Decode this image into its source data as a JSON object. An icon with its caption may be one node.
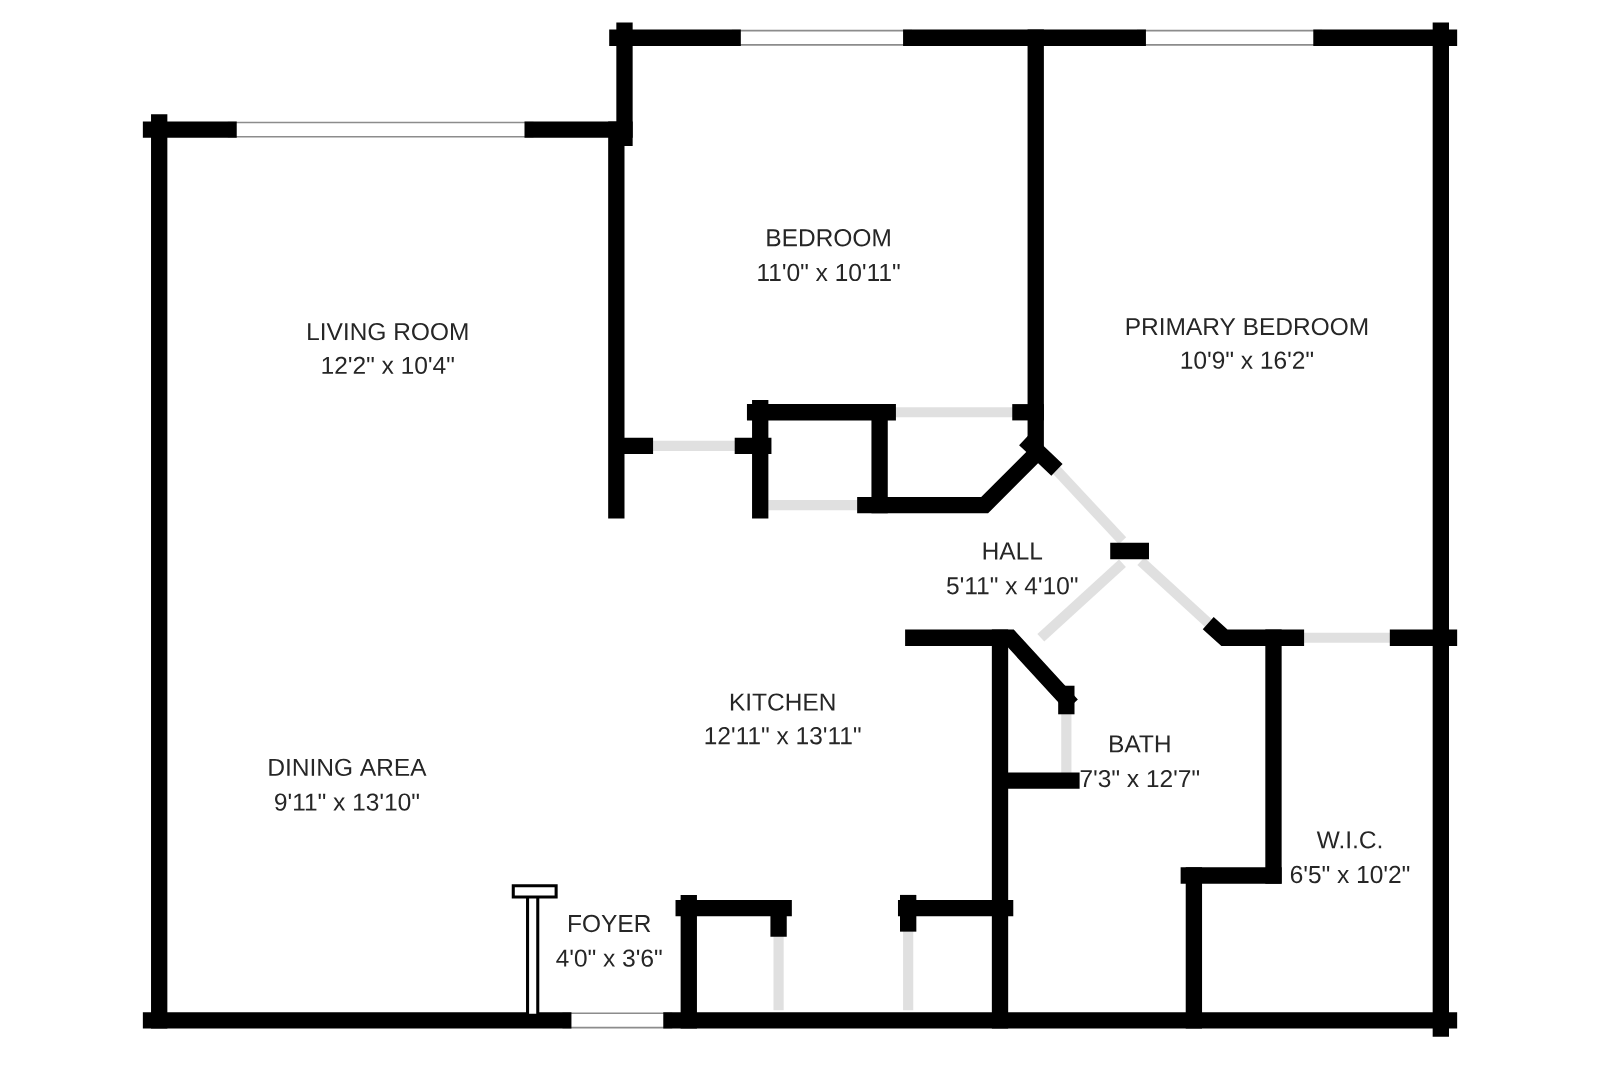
{
  "diagram": {
    "labels": [
      "BEDROOM",
      "11'0\" x 10'11\"",
      "PRIMARY BEDROOM",
      "10'9\" x 16'2\"",
      "LIVING ROOM",
      "12'2\" x 10'4\"",
      "HALL",
      "5'11\" x 4'10\"",
      "KITCHEN",
      "12'11\" x 13'11\"",
      "BATH",
      "7'3\" x 12'7\"",
      "DINING AREA",
      "9'11\" x 13'10\"",
      "W.I.C.",
      "6'5\" x 10'2\"",
      "FOYER",
      "4'0\" x 3'6\""
    ]
  }
}
